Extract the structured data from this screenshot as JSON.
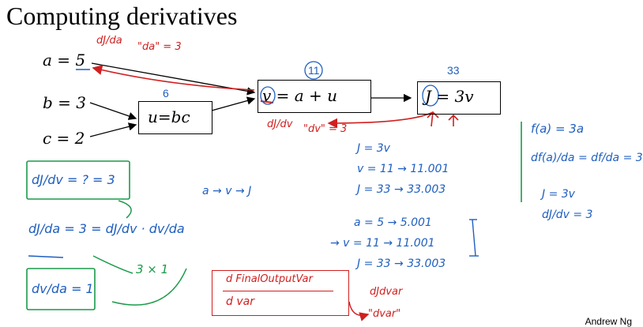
{
  "title": "Computing derivatives",
  "graph": {
    "a_input": "a = 5",
    "b_input": "b = 3",
    "c_input": "c = 2",
    "u_node": "u=bc",
    "v_node": "v = a + u",
    "j_node": "J = 3v",
    "u_value": "6",
    "v_value": "11",
    "j_value": "33"
  },
  "annotations": {
    "red_dj_da": "dJ/da",
    "red_da_eq": "\"da\" = 3",
    "red_dj_dv": "dJ/dv",
    "red_dv_eq": "\"dv\" = 3",
    "green_dj_dv": "dJ/dv = ? = 3",
    "green_chain": "dJ/da = 3 = dJ/dv · dv/da",
    "green_mult": "3 × 1",
    "green_dv_da": "dv/da = 1",
    "blue_flow": "a → v → J",
    "blue_j3v": "J = 3v",
    "blue_v11": "v = 11   → 11.001",
    "blue_j33": "J = 33   → 33.003",
    "blue_a5": "a = 5  → 5.001",
    "blue_v11b": "→ v = 11 → 11.001",
    "blue_j33b": "J = 33 → 33.003",
    "blue_fa": "f(a) = 3a",
    "blue_dfa": "df(a)/da = df/da = 3",
    "blue_j3v_box": "J = 3v",
    "blue_djdv3": "dJ/dv = 3",
    "red_box_top": "d FinalOutputVar",
    "red_box_bottom": "d var",
    "red_djdvar": "dJdvar",
    "red_dvar": "\"dvar\""
  },
  "credit": "Andrew Ng",
  "colors": {
    "blue": "#1f5fbf",
    "red": "#d11f1f",
    "green": "#1a9a4a"
  }
}
